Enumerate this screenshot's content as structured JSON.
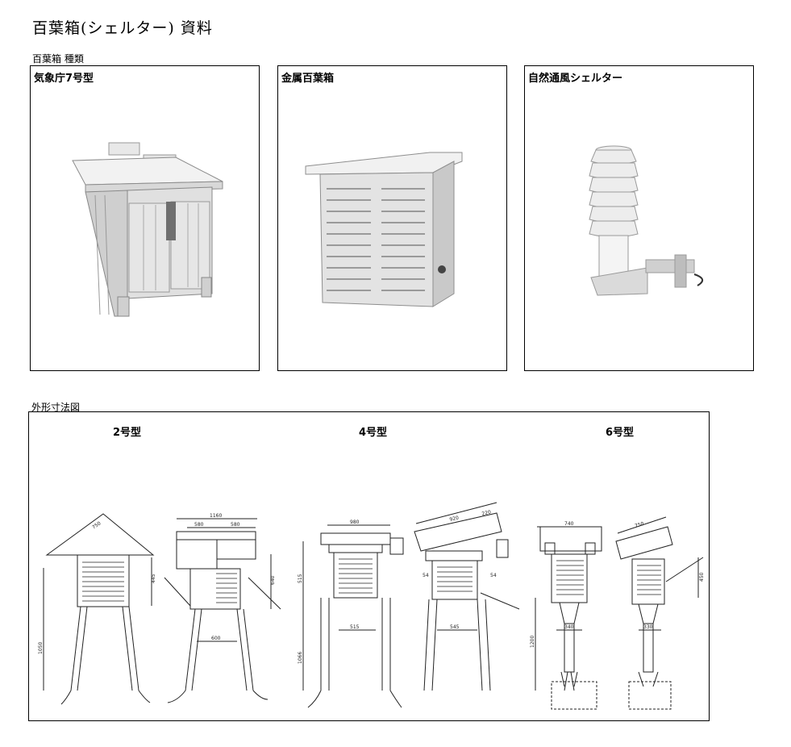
{
  "page_title": "百葉箱(シェルター) 資料",
  "types_section": {
    "label": "百葉箱 種類",
    "panels": [
      {
        "title": "気象庁7号型",
        "image": "wooden-stevenson-screen"
      },
      {
        "title": "金属百葉箱",
        "image": "metal-louvered-box"
      },
      {
        "title": "自然通風シェルター",
        "image": "radiation-shield-stack"
      }
    ]
  },
  "dims_section": {
    "label": "外形寸法図",
    "types": [
      "2号型",
      "4号型",
      "6号型"
    ],
    "annotations": {
      "t2_roof": "750",
      "t2_width": "1160",
      "t2_a": "580",
      "t2_b": "580",
      "t2_base": "600",
      "t2_h1": "445",
      "t2_h2": "640",
      "t2_leg": "1050",
      "t4_width": "980",
      "t4_roof": "920",
      "t4_a": "220",
      "t4_base1": "515",
      "t4_base2": "545",
      "t4_h": "515",
      "t4_leg": "1066",
      "t4_s1": "54",
      "t4_s2": "54",
      "t6_w1": "740",
      "t6_w2": "750",
      "t6_b1": "340",
      "t6_b2": "330",
      "t6_h": "450",
      "t6_leg": "1200"
    }
  }
}
